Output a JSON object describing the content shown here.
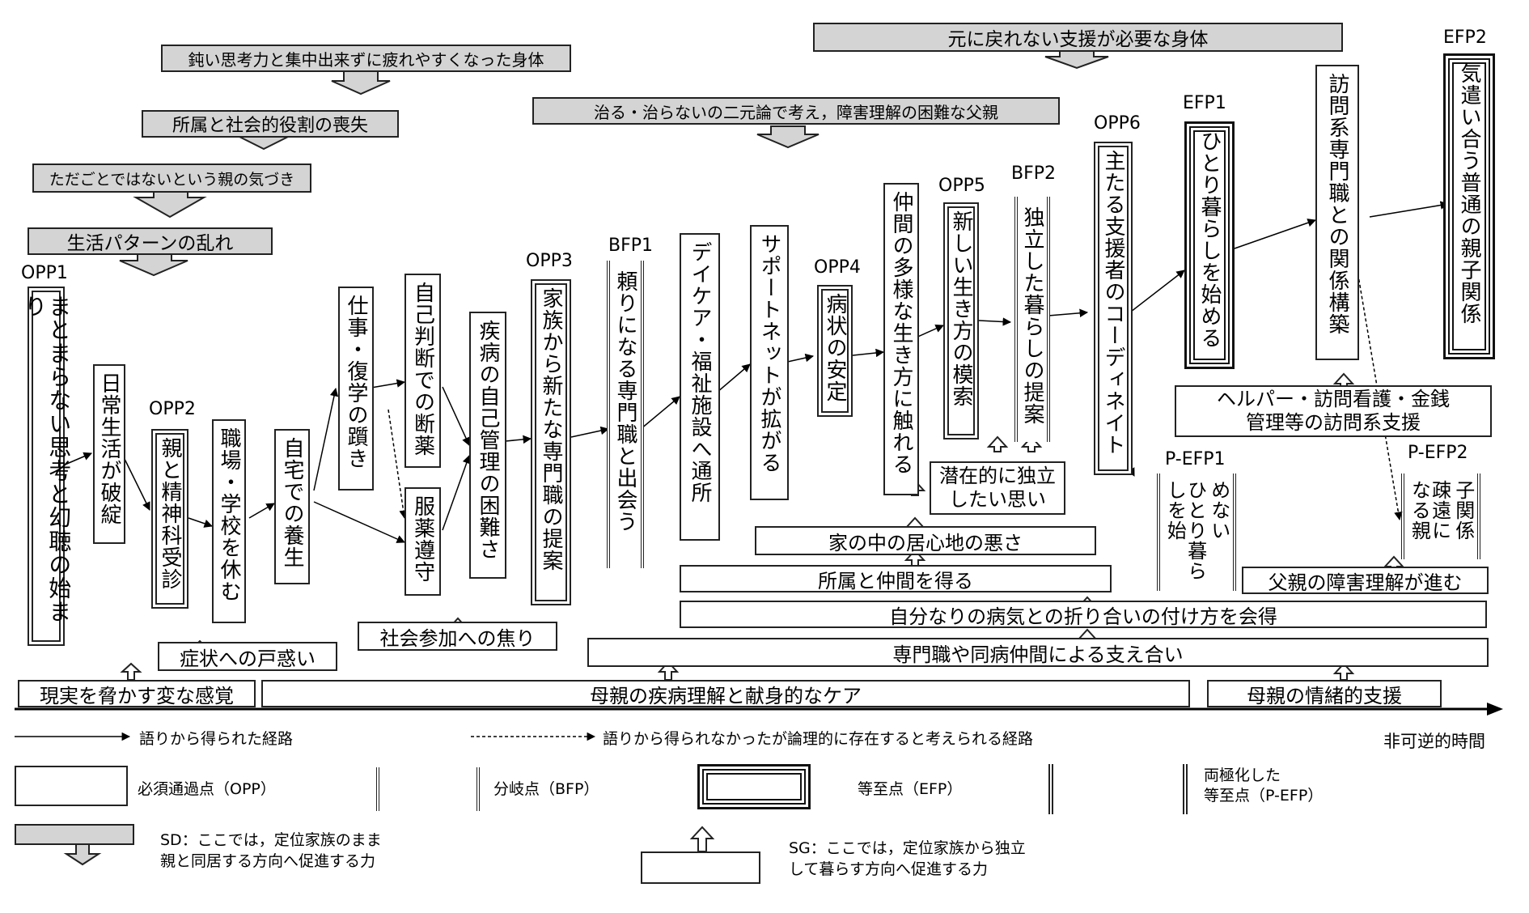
{
  "diagram": {
    "sd_top": {
      "dull_body": "鈍い思考力と集中出来ずに疲れやすくなった身体",
      "loss_role": "所属と社会的役割の喪失",
      "parent_awareness": "ただごとではないという親の気づき",
      "life_pattern": "生活パターンの乱れ",
      "binary_father": "治る・治らないの二元論で考え，障害理解の困難な父親",
      "body_support": "元に戻れない支援が必要な身体"
    },
    "labels": {
      "opp1": "OPP1",
      "opp2": "OPP2",
      "opp3": "OPP3",
      "opp4": "OPP4",
      "opp5": "OPP5",
      "opp6": "OPP6",
      "bfp1": "BFP1",
      "bfp2": "BFP2",
      "efp1": "EFP1",
      "efp2": "EFP2",
      "pefp1": "P-EFP1",
      "pefp2": "P-EFP2"
    },
    "nodes": {
      "n_opp1": "まとまらない思考と幻聴の始まり",
      "n_daily": "日常生活が破綻",
      "n_opp2": "親と精神科受診",
      "n_rest": "職場・学校を休む",
      "n_home": "自宅での養生",
      "n_stumble": "仕事・復学の躓き",
      "n_self_stop": "自己判断での断薬",
      "n_compliance": "服薬遵守",
      "n_self_mgmt": "疾病の自己管理の困難さ",
      "n_opp3": "家族から新たな専門職の提案",
      "n_bfp1": "頼りになる専門職と出会う",
      "n_daycare": "デイケア・福祉施設へ通所",
      "n_network": "サポートネットが拡がる",
      "n_opp4": "病状の安定",
      "n_peers": "仲間の多様な生き方に触れる",
      "n_opp5": "新しい生き方の模索",
      "n_bfp2": "独立した暮らしの提案",
      "n_opp6": "主たる支援者のコーディネイト",
      "n_efp1": "ひとり暮らしを始める",
      "n_visit_rel": "訪問系専門職との関係構築",
      "n_efp2": "気遣い合う普通の親子関係",
      "n_pefp1_a": "ひとり暮らしを始",
      "n_pefp1_b": "めない",
      "n_pefp2_a": "疎遠になる親",
      "n_pefp2_b": "子関係"
    },
    "sg": {
      "confusion": "症状への戸惑い",
      "reality_threat": "現実を脅かす変な感覚",
      "social_rush": "社会参加への焦り",
      "mother_care": "母親の疾病理解と献身的なケア",
      "mutual_support": "専門職や同病仲間による支え合い",
      "coping": "自分なりの病気との折り合いの付け方を会得",
      "belonging": "所属と仲間を得る",
      "home_discomfort": "家の中の居心地の悪さ",
      "latent_independence_1": "潜在的に独立",
      "latent_independence_2": "したい思い",
      "helper_line1": "ヘルパー・訪問看護・金銭",
      "helper_line2": "管理等の訪問系支援",
      "father_understanding": "父親の障害理解が進む",
      "mother_emotional": "母親の情緒的支援"
    },
    "legend": {
      "solid_path": "語りから得られた経路",
      "dashed_path": "語りから得られなかったが論理的に存在すると考えられる経路",
      "time_axis": "非可逆的時間",
      "opp": "必須通過点（OPP）",
      "bfp": "分岐点（BFP）",
      "efp": "等至点（EFP）",
      "pefp_line1": "両極化した",
      "pefp_line2": "等至点（P-EFP）",
      "sd_line1": "SD：ここでは，定位家族のまま",
      "sd_line2": "親と同居する方向へ促進する力",
      "sg_line1": "SG：ここでは，定位家族から独立",
      "sg_line2": "して暮らす方向へ促進する力"
    }
  }
}
